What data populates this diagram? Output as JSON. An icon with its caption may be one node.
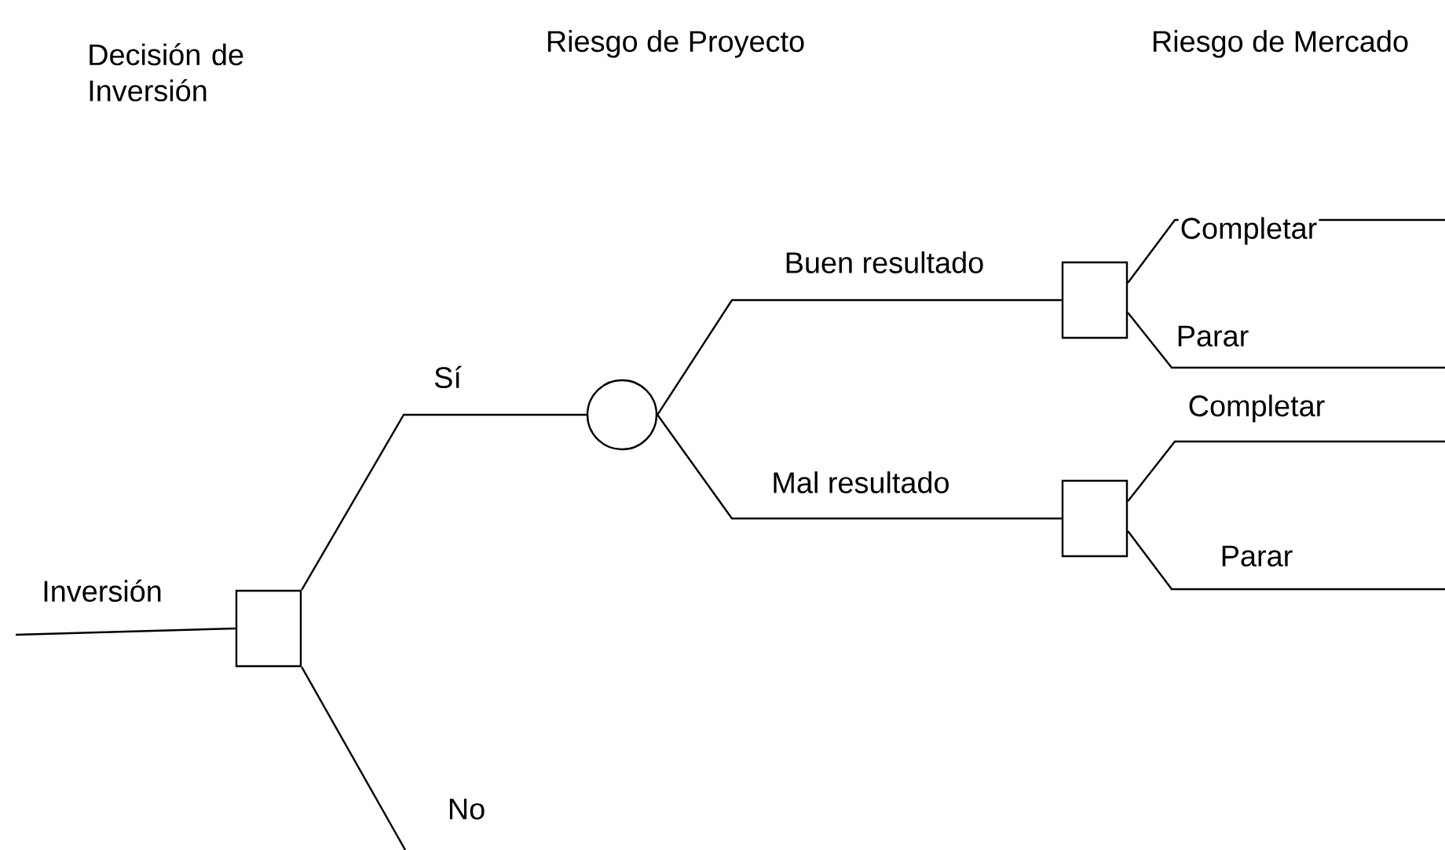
{
  "diagram": {
    "nodes": [
      {
        "text": [],
        "shape": "box"
      },
      {
        "text": [],
        "shape": "circle"
      },
      {
        "text": [],
        "shape": "box"
      },
      {
        "text": [],
        "shape": "box"
      }
    ],
    "edges": [
      {
        "from": null,
        "to": 0,
        "arrow": "none",
        "label": "Inversión"
      },
      {
        "from": 0,
        "to": 1,
        "arrow": "none",
        "label": "Sí"
      },
      {
        "from": 0,
        "to": null,
        "arrow": "none",
        "label": "No"
      },
      {
        "from": 1,
        "to": 2,
        "arrow": "none",
        "label": "Buen resultado"
      },
      {
        "from": 1,
        "to": 3,
        "arrow": "none",
        "label": "Mal resultado"
      },
      {
        "from": 2,
        "to": null,
        "arrow": "none",
        "label": "Completar"
      },
      {
        "from": 2,
        "to": null,
        "arrow": "none",
        "label": "Parar"
      },
      {
        "from": 3,
        "to": null,
        "arrow": "none",
        "label": "Completar"
      },
      {
        "from": 3,
        "to": null,
        "arrow": "none",
        "label": "Parar"
      }
    ],
    "labels": [
      "Decisión de Inversión",
      "Riesgo de Proyecto",
      "Riesgo de Mercado"
    ]
  }
}
